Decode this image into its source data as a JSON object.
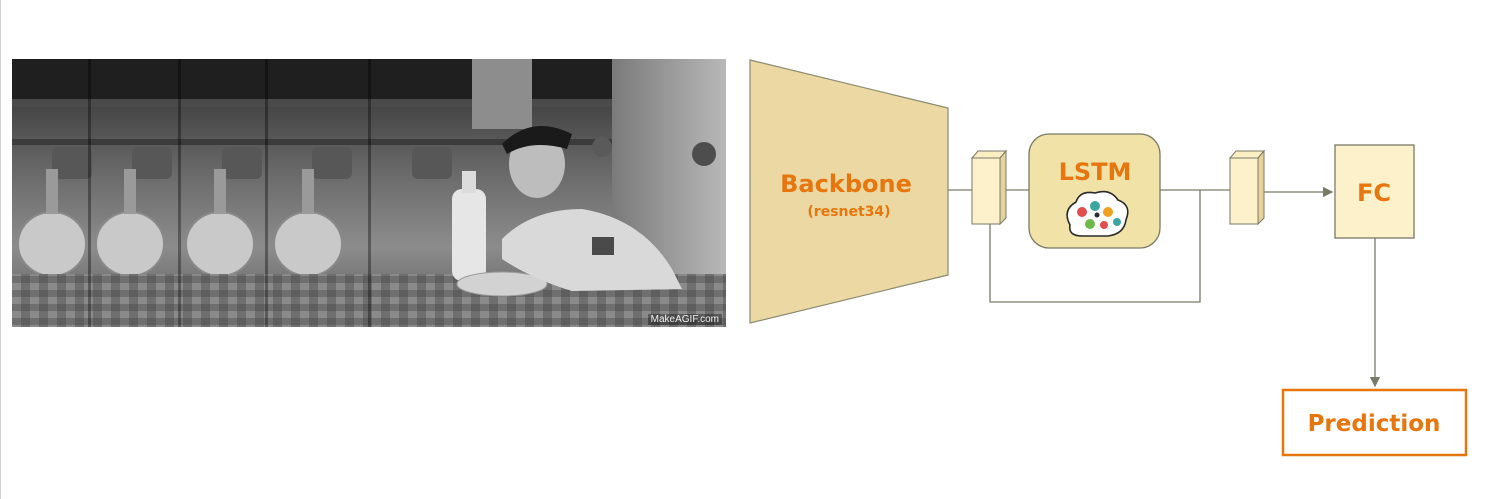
{
  "video": {
    "watermark": "MakeAGIF.com",
    "frame_count": 5
  },
  "diagram": {
    "backbone": {
      "title": "Backbone",
      "subtitle": "(resnet34)"
    },
    "lstm": {
      "title": "LSTM",
      "icon": "brain-gears-icon"
    },
    "fc": {
      "title": "FC"
    },
    "prediction": {
      "title": "Prediction"
    }
  },
  "colors": {
    "box_fill": "#fdf1cc",
    "backbone_fill": "#ecd8a2",
    "lstm_fill": "#f1e3a8",
    "label_orange": "#e8760e",
    "line_gray": "#7a7a68"
  }
}
